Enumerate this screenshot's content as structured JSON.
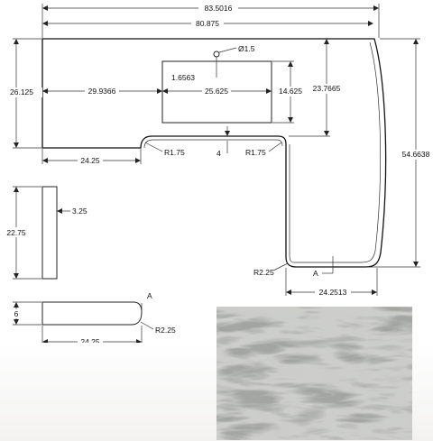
{
  "dimensions": {
    "overall_width": "83.5016",
    "inner_width": "80.875",
    "hole_diameter": "Ø1.5",
    "hole_offset": "1.6563",
    "left_height": "26.125",
    "cutout_offset": "29.9366",
    "cutout_width": "25.625",
    "cutout_height": "14.625",
    "upper_depth": "23.7665",
    "right_height": "54.6638",
    "lower_left_width": "24.25",
    "bend_radius_left": "R1.75",
    "bend_offset": "4",
    "bend_radius_right": "R1.75",
    "leg_width": "24.2513",
    "bottom_radius": "R2.25",
    "section_marker": "A",
    "side_height": "22.75",
    "side_thickness": "3.25",
    "profile_height": "6",
    "profile_width": "24.25",
    "profile_radius": "R2.25",
    "profile_marker": "A"
  },
  "colors": {
    "line": "#222222",
    "swatch_base": "#a4a6a3",
    "swatch_dark": "#5d615e",
    "swatch_light": "#d7d8d4"
  },
  "swatch": {
    "material": "grey-white marble texture"
  }
}
